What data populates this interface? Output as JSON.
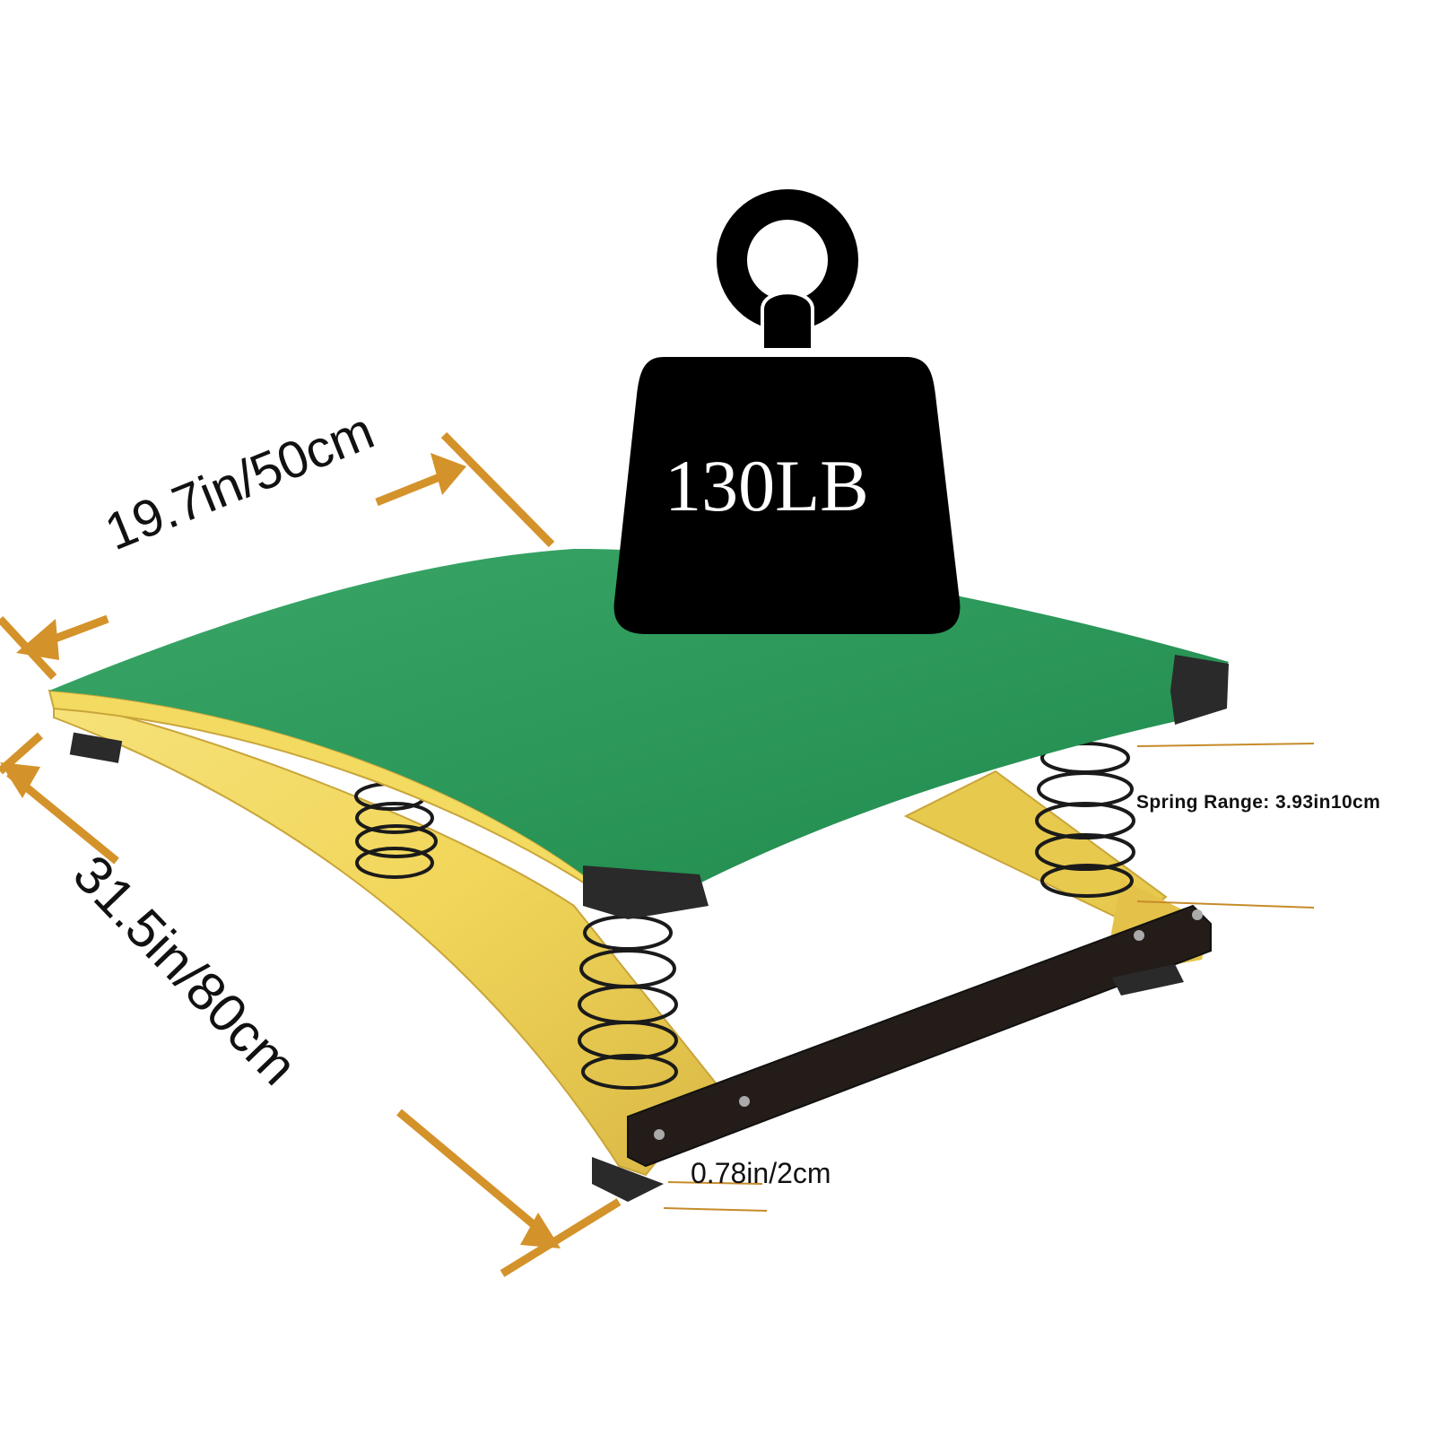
{
  "product": {
    "name": "Gymnastics springboard",
    "colors": {
      "mat": "#2e9a5a",
      "mat_light": "#6cc797",
      "wood": "#f1d65a",
      "wood_dark": "#d8b43a",
      "rubber": "#2a2a2a",
      "metal_bar": "#241c18",
      "spring": "#1a1a1a",
      "dimension_line": "#d4922a",
      "weight_icon": "#000000",
      "background": "#ffffff"
    }
  },
  "dimensions": {
    "width_label": "19.7in/50cm",
    "length_label": "31.5in/80cm",
    "thickness_label": "0.78in/2cm",
    "spring_range_label": "Spring Range: 3.93in10cm"
  },
  "load": {
    "weight_label": "130LB",
    "icon": "weight-icon"
  }
}
